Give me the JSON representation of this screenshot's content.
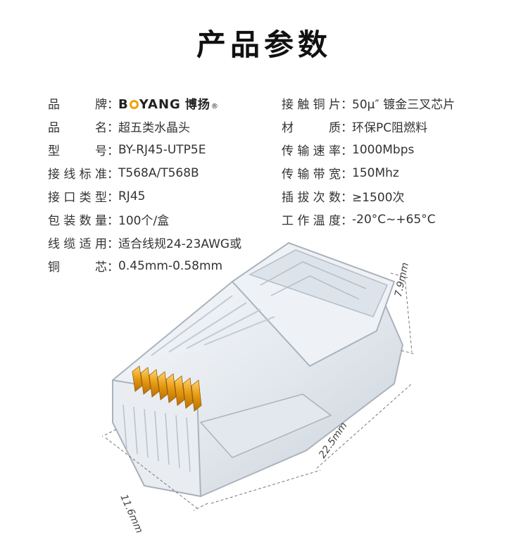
{
  "title": "产品参数",
  "brand": {
    "logo_b": "B",
    "logo_rest": "YANG",
    "logo_cn": "博扬",
    "reg_mark": "®",
    "accent": "#f2a007"
  },
  "specs_left": [
    {
      "label": "品牌",
      "value": ""
    },
    {
      "label": "品名",
      "value": "超五类水晶头"
    },
    {
      "label": "型号",
      "value": "BY-RJ45-UTP5E"
    },
    {
      "label": "接线标准",
      "value": "T568A/T568B"
    },
    {
      "label": "接口类型",
      "value": "RJ45"
    },
    {
      "label": "包装数量",
      "value": "100个/盒"
    },
    {
      "label": "线缆适用",
      "value": "适合线规24-23AWG或"
    },
    {
      "label": "铜芯",
      "value": "0.45mm-0.58mm"
    }
  ],
  "specs_right": [
    {
      "label": "接触铜片",
      "value": "50μ″ 镀金三叉芯片"
    },
    {
      "label": "材质",
      "value": "环保PC阻燃料"
    },
    {
      "label": "传输速率",
      "value": "1000Mbps"
    },
    {
      "label": "传输带宽",
      "value": "150Mhz"
    },
    {
      "label": "插拔次数",
      "value": "≥1500次"
    },
    {
      "label": "工作温度",
      "value": "-20°C~+65°C"
    }
  ],
  "colon": "：",
  "dimensions": {
    "height": "7.9mm",
    "length": "22.5mm",
    "width": "11.6mm"
  },
  "icons": {
    "product": "rj45-connector-illustration"
  }
}
